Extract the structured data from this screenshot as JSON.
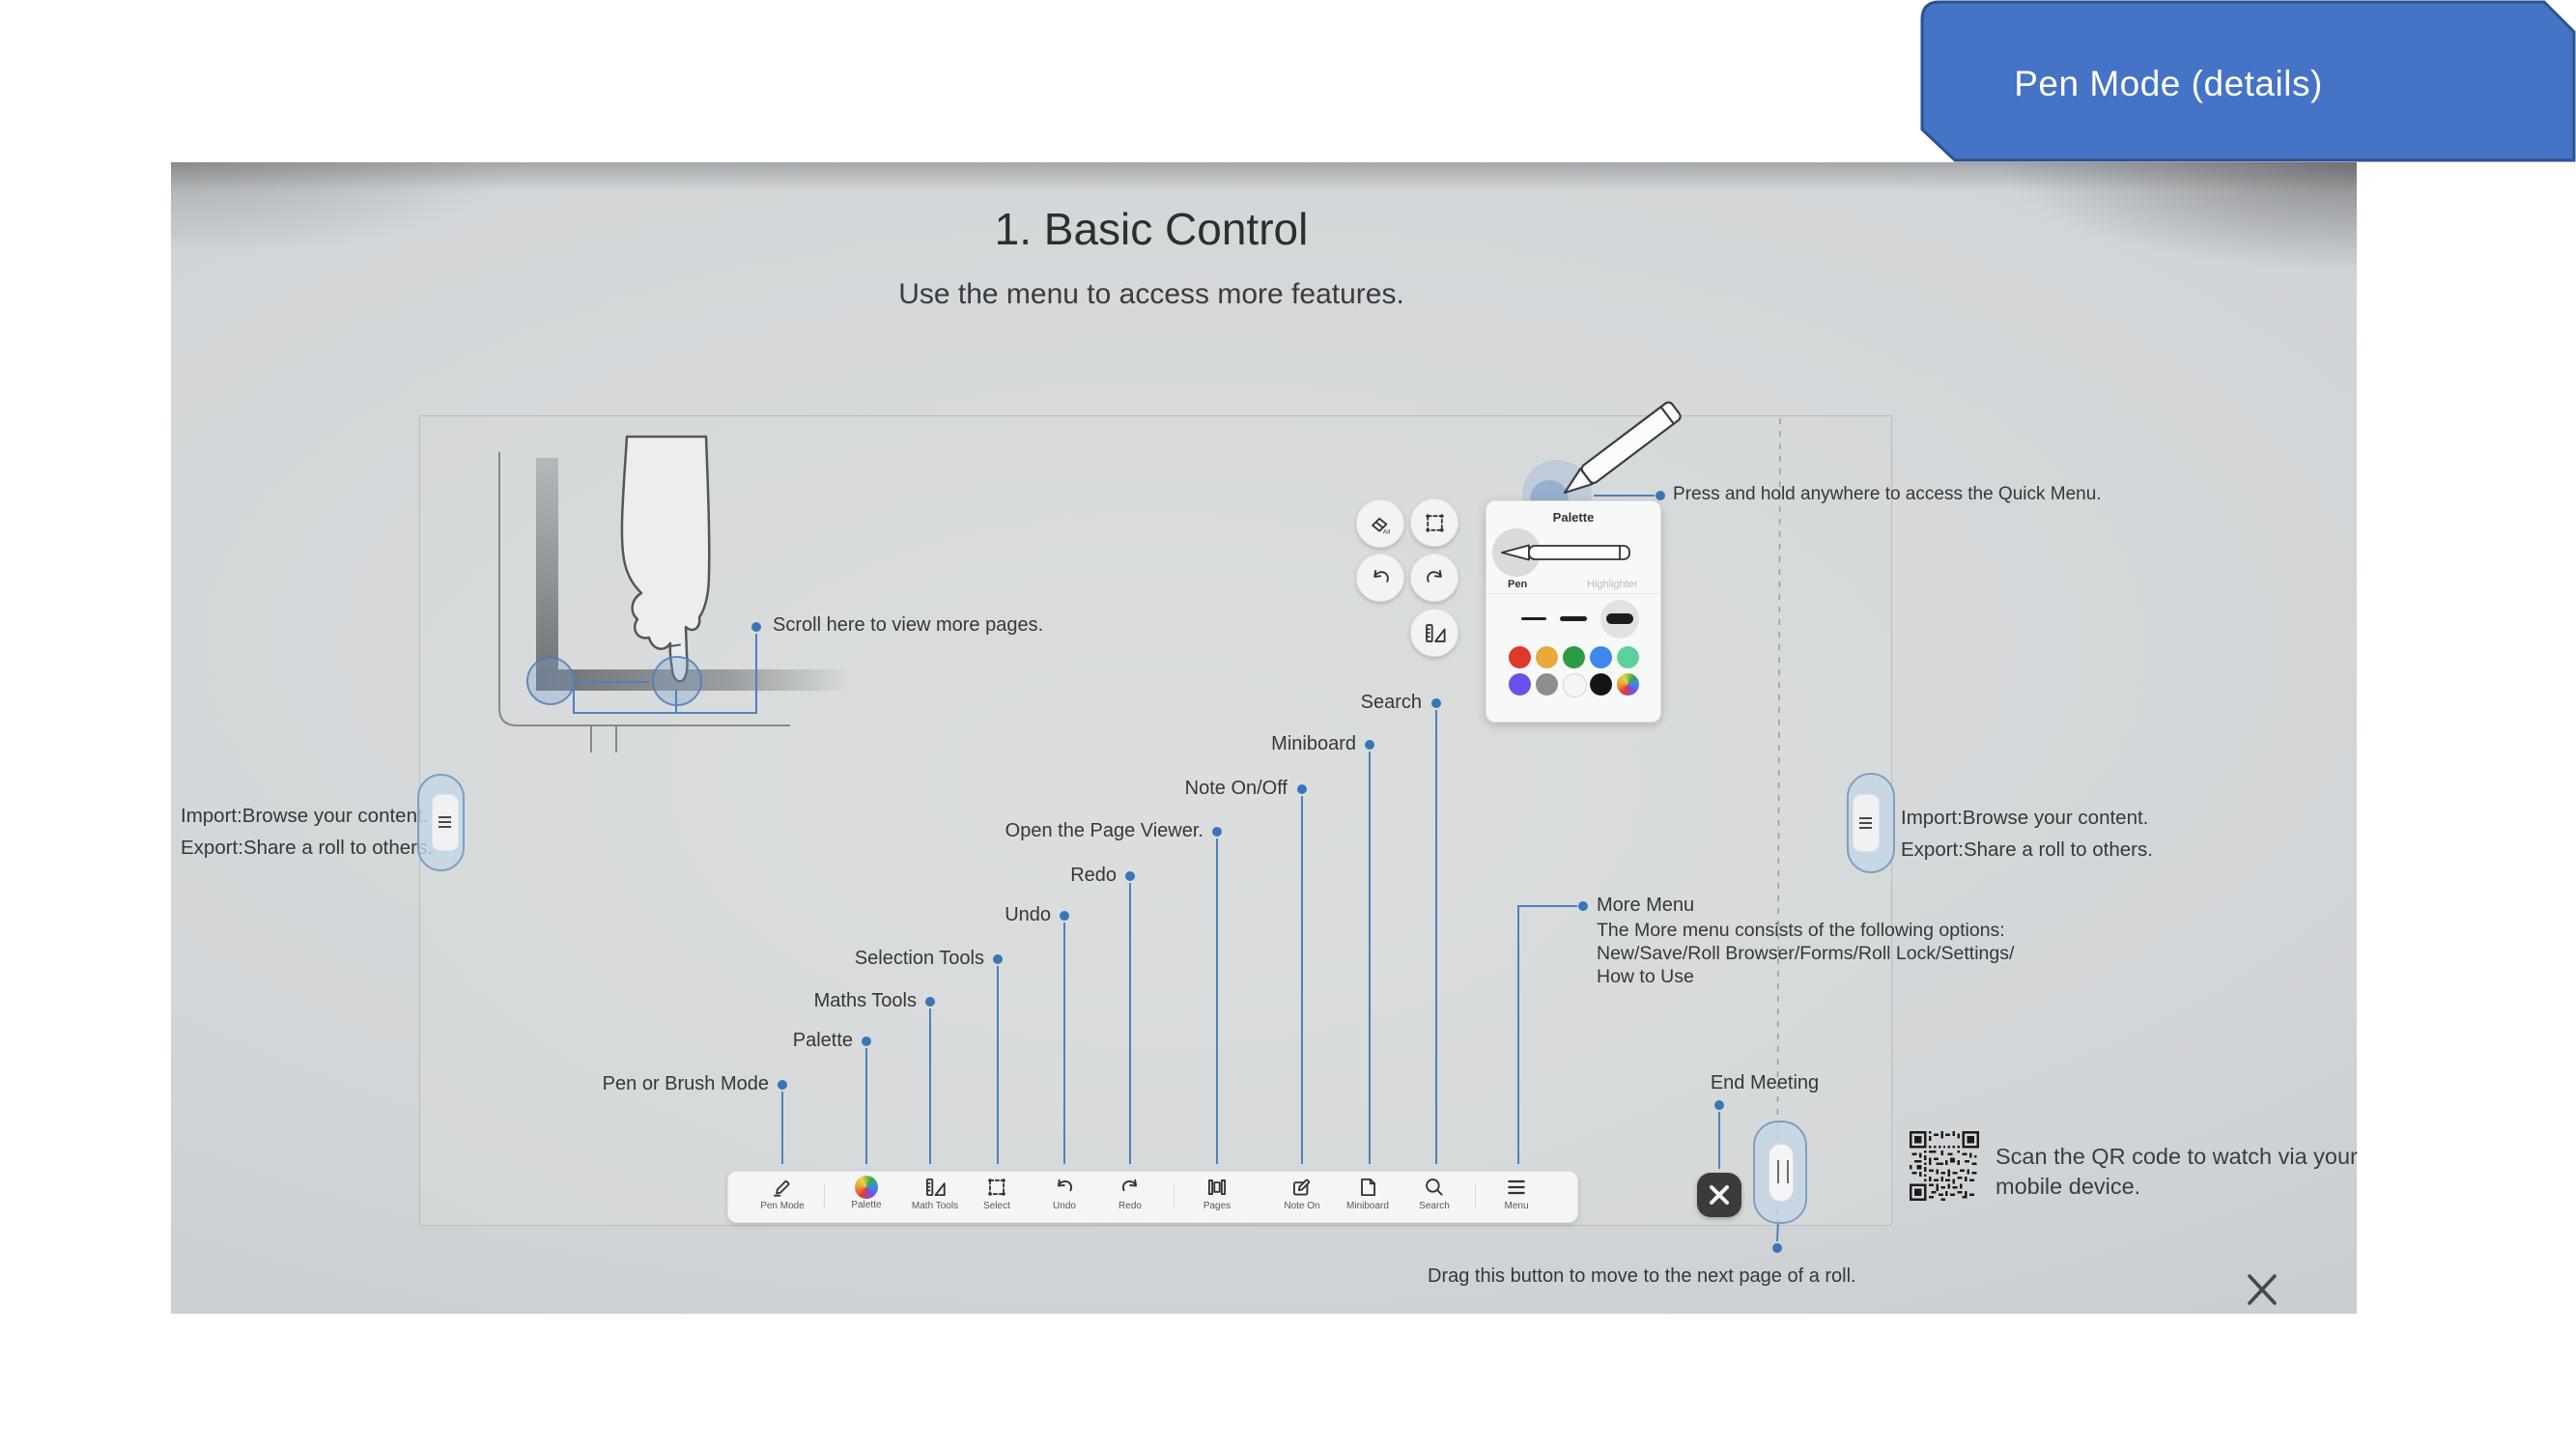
{
  "banner": {
    "label": "Pen Mode (details)",
    "fill": "#4573c5",
    "border": "#2d5291"
  },
  "slide": {
    "title": "1. Basic Control",
    "subtitle": "Use the menu to access more features."
  },
  "callouts": {
    "scroll": "Scroll here to view more pages.",
    "press_hold": "Press and hold anywhere to access the Quick Menu.",
    "import_line1": "Import:Browse your content.",
    "import_line2": "Export:Share a roll to others.",
    "more_menu_title": "More Menu",
    "more_menu_line1": "The More menu consists of the following options:",
    "more_menu_line2": "New/Save/Roll Browser/Forms/Roll Lock/Settings/",
    "more_menu_line3": "How to Use",
    "end_meeting": "End Meeting",
    "drag_next": "Drag this button to move to the next page of a roll.",
    "qr_line1": "Scan the QR code to watch via your",
    "qr_line2": "mobile device."
  },
  "annotations": {
    "search": "Search",
    "miniboard": "Miniboard",
    "note": "Note On/Off",
    "page_viewer": "Open the Page Viewer.",
    "redo": "Redo",
    "undo": "Undo",
    "selection": "Selection Tools",
    "maths": "Maths Tools",
    "palette": "Palette",
    "pen": "Pen or Brush Mode"
  },
  "toolbar": {
    "items": [
      {
        "label": "Pen Mode"
      },
      {
        "label": "Palette"
      },
      {
        "label": "Math Tools"
      },
      {
        "label": "Select"
      },
      {
        "label": "Undo"
      },
      {
        "label": "Redo"
      },
      {
        "label": "Pages"
      },
      {
        "label": "Note On"
      },
      {
        "label": "Miniboard"
      },
      {
        "label": "Search"
      },
      {
        "label": "Menu"
      }
    ]
  },
  "quick_menu": {
    "eraser_badge": "All"
  },
  "palette_popup": {
    "title": "Palette",
    "tabs": {
      "pen": "Pen",
      "highlighter": "Highlighter"
    },
    "colors": [
      "#df382c",
      "#e9a93d",
      "#2d9b41",
      "#3e87ee",
      "#5cd19b",
      "#6b50ee",
      "#8b8d8e",
      "#f4f5f5",
      "#151515"
    ],
    "multicolor": "conic-gradient(from 210deg, #e23c32, #e89b35, #e8d54a, #3fa84c, #3e87ee, #7a4fe0, #e23c32)"
  },
  "colors": {
    "accent_blue": "#4573c5",
    "callout_blue": "#4b82bb"
  }
}
